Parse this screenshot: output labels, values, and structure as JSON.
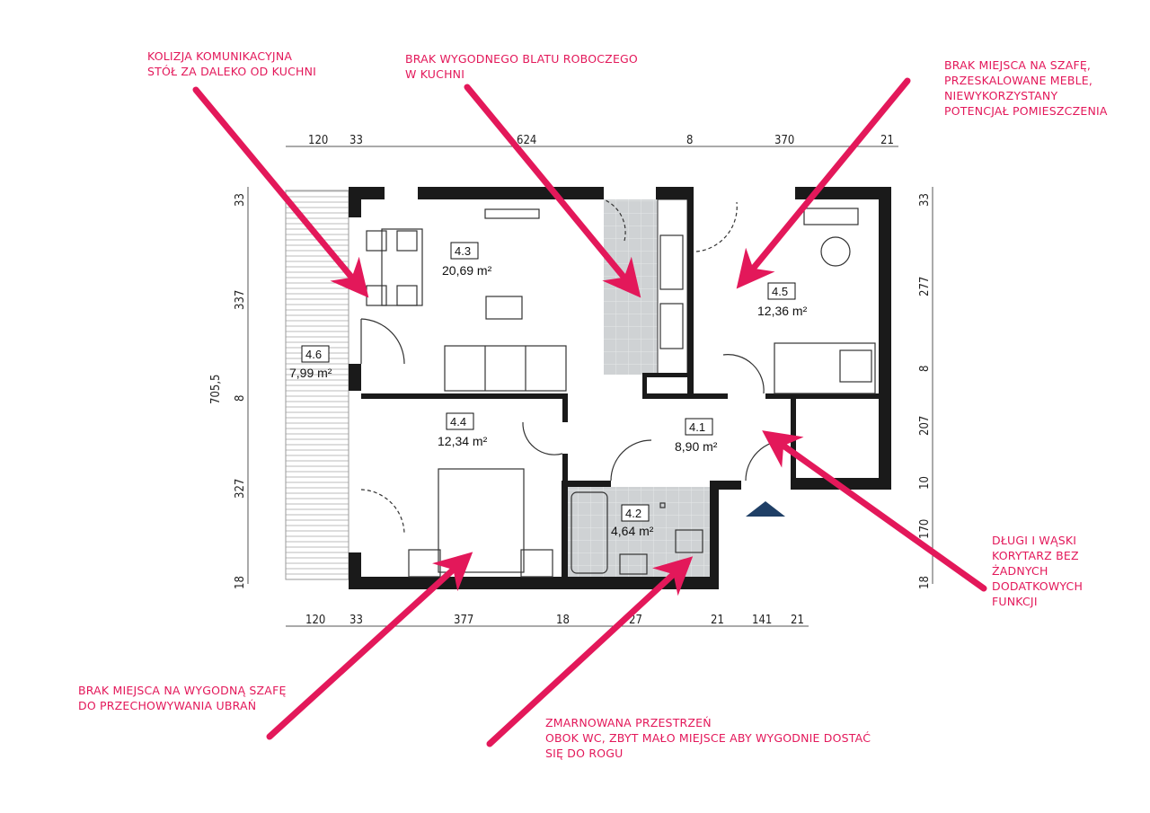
{
  "annotations": [
    {
      "text": "KOLIZJA KOMUNIKACYJNA\nSTÓŁ ZA DALEKO OD KUCHNI"
    },
    {
      "text": "BRAK WYGODNEGO BLATU ROBOCZEGO\nW KUCHNI"
    },
    {
      "text": "BRAK MIEJSCA NA SZAFĘ,\nPRZESKALOWANE MEBLE,\nNIEWYKORZYSTANY\nPOTENCJAŁ POMIESZCZENIA"
    },
    {
      "text": "DŁUGI I WĄSKI\nKORYTARZ BEZ\nŻADNYCH\nDODATKOWYCH\nFUNKCJI"
    },
    {
      "text": "BRAK MIEJSCA NA WYGODNĄ SZAFĘ\nDO PRZECHOWYWANIA UBRAŃ"
    },
    {
      "text": "ZMARNOWANA PRZESTRZEŃ\nOBOK WC, ZBYT MAŁO MIEJSCE ABY WYGODNIE DOSTAĆ\nSIĘ DO ROGU"
    }
  ],
  "rooms": [
    {
      "id": "4.1",
      "area": "8,90 m²"
    },
    {
      "id": "4.2",
      "area": "4,64 m²"
    },
    {
      "id": "4.3",
      "area": "20,69 m²"
    },
    {
      "id": "4.4",
      "area": "12,34 m²"
    },
    {
      "id": "4.5",
      "area": "12,36 m²"
    },
    {
      "id": "4.6",
      "area": "7,99 m²"
    }
  ],
  "dimensions": {
    "top": [
      "120",
      "33",
      "624",
      "8",
      "370",
      "21"
    ],
    "bottom": [
      "120",
      "33",
      "377",
      "18",
      "27",
      "21",
      "141",
      "21"
    ],
    "left": [
      "33",
      "337",
      "705,5",
      "8",
      "327",
      "18"
    ],
    "right": [
      "33",
      "277",
      "8",
      "207",
      "10",
      "170",
      "18"
    ]
  },
  "colors": {
    "annotation": "#e3185a",
    "wall": "#1a1a1a",
    "tile": "#cfd2d4",
    "entrance_arrow": "#1f3f66"
  }
}
